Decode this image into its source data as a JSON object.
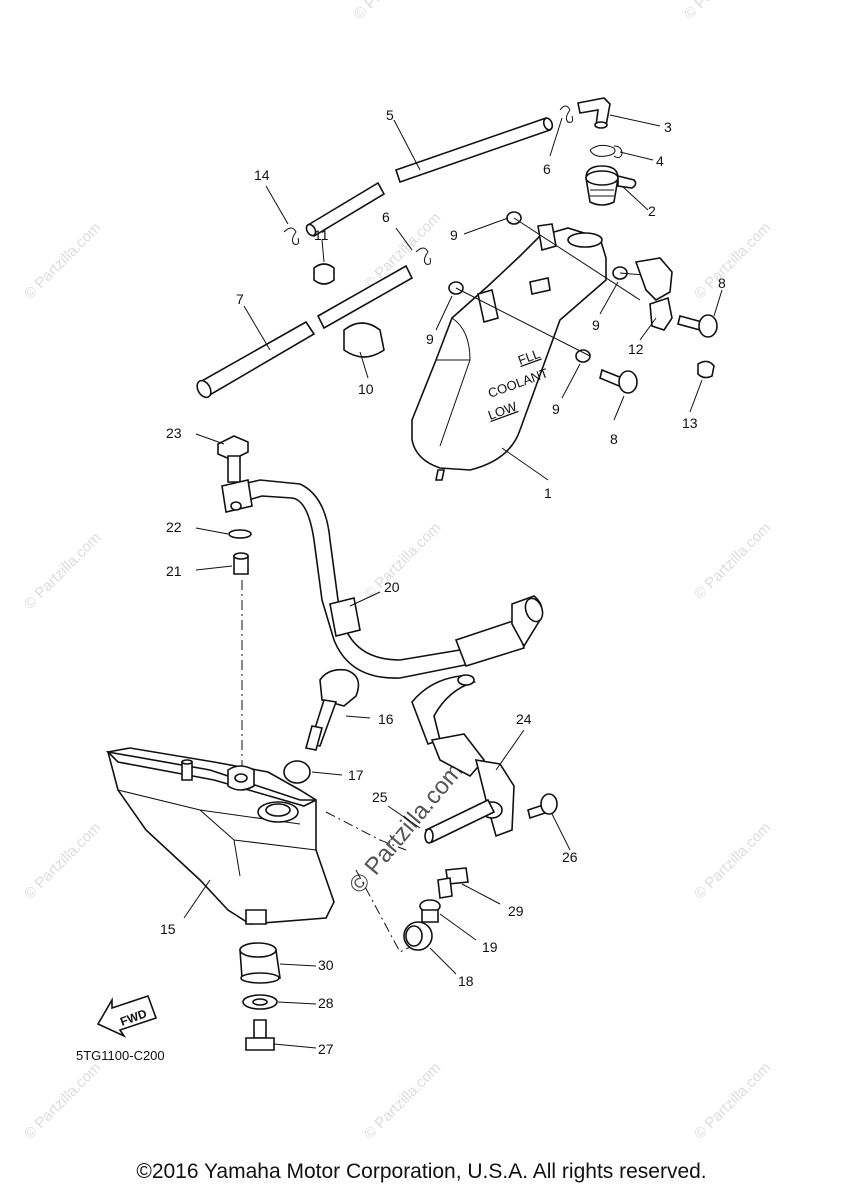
{
  "watermark_text": "© Partzilla.com",
  "tank_text": {
    "full": "FLL",
    "coolant": "COOLANT",
    "low": "LOW"
  },
  "fwd_text": "FWD",
  "diagram_code": "5TG1100-C200",
  "copyright": "©2016 Yamaha Motor Corporation, U.S.A. All rights reserved.",
  "callouts": [
    "1",
    "2",
    "3",
    "4",
    "5",
    "6",
    "6",
    "7",
    "8",
    "8",
    "9",
    "9",
    "9",
    "9",
    "10",
    "11",
    "12",
    "13",
    "14",
    "15",
    "16",
    "17",
    "18",
    "19",
    "20",
    "21",
    "22",
    "23",
    "24",
    "25",
    "26",
    "27",
    "28",
    "29",
    "30"
  ]
}
